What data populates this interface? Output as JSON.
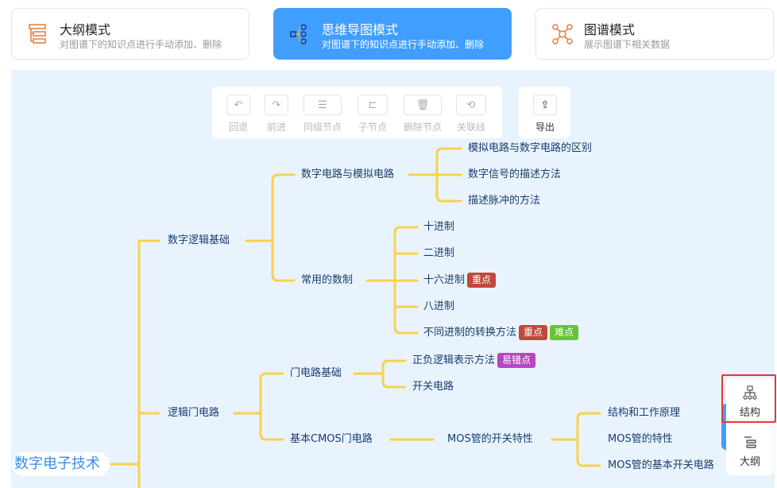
{
  "modes": [
    {
      "title": "大纲模式",
      "desc": "对图谱下的知识点进行手动添加、删除",
      "icon": "outline-icon",
      "active": false
    },
    {
      "title": "思维导图模式",
      "desc": "对图谱下的知识点进行手动添加、删除",
      "icon": "mindmap-icon",
      "active": true
    },
    {
      "title": "图谱模式",
      "desc": "展示图谱下相关数据",
      "icon": "graph-icon",
      "active": false
    }
  ],
  "toolbar": {
    "undo": "回退",
    "redo": "前进",
    "sibling": "同级节点",
    "child": "子节点",
    "delete": "删除节点",
    "relation": "关联线",
    "export": "导出"
  },
  "mindmap": {
    "root": "数字电子技术",
    "n1": "数字逻辑基础",
    "n11": "数字电路与模拟电路",
    "n111": "模拟电路与数字电路的区别",
    "n112": "数字信号的描述方法",
    "n113": "描述脉冲的方法",
    "n12": "常用的数制",
    "n121": "十进制",
    "n122": "二进制",
    "n123": "十六进制",
    "n124": "八进制",
    "n125": "不同进制的转换方法",
    "n2": "逻辑门电路",
    "n21": "门电路基础",
    "n211": "正负逻辑表示方法",
    "n212": "开关电路",
    "n22": "基本CMOS门电路",
    "n221": "MOS管的开关特性",
    "n2211": "结构和工作原理",
    "n2212": "MOS管的特性",
    "n2213": "MOS管的基本开关电路",
    "tags": {
      "key": "重点",
      "hard": "难点",
      "error": "易错点"
    }
  },
  "colors": {
    "key": "#c0493a",
    "hard": "#67c23a",
    "error": "#b945c4",
    "line": "#f7d24b",
    "accent": "#409eff"
  },
  "side": {
    "structure": "结构",
    "outline": "大纲"
  }
}
